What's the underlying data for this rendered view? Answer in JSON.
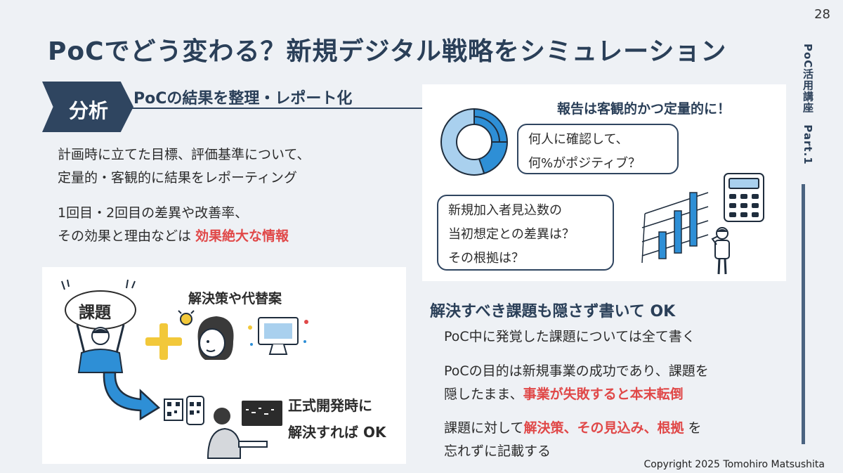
{
  "page_number": "28",
  "title": "PoCでどう変わる？新規デジタル戦略をシミュレーション",
  "side_label": "PoC活用講座　Part.1",
  "analysis": {
    "badge": "分析",
    "subheading": "PoCの結果を整理・レポート化",
    "para1_line1": "計画時に立てた目標、評価基準について、",
    "para1_line2": "定量的・客観的に結果をレポーティング",
    "para2_line1": "1回目・2回目の差異や改善率、",
    "para2_line2_prefix": "その効果と理由などは ",
    "para2_line2_highlight": "効果絶大な情報"
  },
  "report_box": {
    "heading": "報告は客観的かつ定量的に！",
    "bubble1_line1": "何人に確認して、",
    "bubble1_line2": "何%がポジティブ？",
    "bubble2_line1": "新規加入者見込数の",
    "bubble2_line2": "当初想定との差異は？",
    "bubble2_line3": "その根拠は？"
  },
  "illustration": {
    "problem_label": "課題",
    "solution_label": "解決策や代替案",
    "formal_line1": "正式開発時に",
    "formal_line2": "解決すれば OK"
  },
  "issues": {
    "heading": "解決すべき課題も隠さず書いて OK",
    "item1": "PoC中に発覚した課題については全て書く",
    "item2_line1": "PoCの目的は新規事業の成功であり、課題を",
    "item2_line2_prefix": "隠したまま、",
    "item2_line2_highlight": "事業が失敗すると本末転倒",
    "item3_line1_prefix": "課題に対して",
    "item3_line1_highlight": "解決策、その見込み、根拠",
    "item3_line1_suffix": " を",
    "item3_line2": "忘れずに記載する"
  },
  "copyright": "Copyright 2025 Tomohiro Matsushita",
  "colors": {
    "navy": "#2f4560",
    "accent_red": "#e04848",
    "chart_blue": "#2e8fd6",
    "chart_light": "#a9d0ee",
    "plus_yellow": "#f2c83a"
  },
  "icons": [
    "donut-chart-icon",
    "calculator-icon",
    "bar-chart-icon",
    "person-thinking-icon",
    "plus-icon",
    "lightbulb-icon",
    "woman-icon",
    "computer-icon",
    "curved-arrow-icon",
    "qr-code-icon",
    "person-at-computer-icon"
  ]
}
